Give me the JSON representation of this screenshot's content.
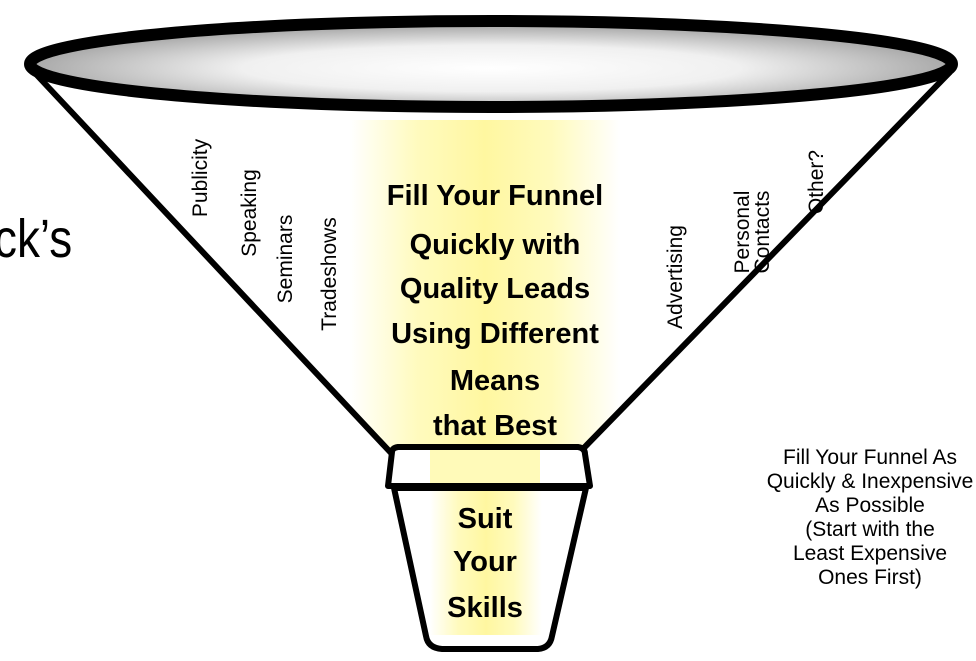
{
  "left_fragment": "ck’s",
  "funnel_left_channels": [
    "Publicity",
    "Speaking",
    "Seminars",
    "Tradeshows"
  ],
  "funnel_right_channels": {
    "advertising": "Advertising",
    "personal_contacts_line1": "Personal",
    "personal_contacts_line2": "Contacts",
    "other": "Other?"
  },
  "center_text": [
    "Fill Your Funnel",
    "Quickly with",
    "Quality Leads",
    "Using Different",
    "Means",
    "that Best"
  ],
  "stem_text": [
    "Suit",
    "Your",
    "Skills"
  ],
  "side_note": [
    "Fill Your Funnel As",
    "Quickly & Inexpensive",
    "As Possible",
    "(Start with the",
    "Least Expensive",
    "Ones First)"
  ],
  "colors": {
    "rim_gradient_outer": "#8a8a8a",
    "rim_gradient_inner": "#ffffff",
    "highlight": "#fff9a8",
    "outline": "#000000"
  }
}
